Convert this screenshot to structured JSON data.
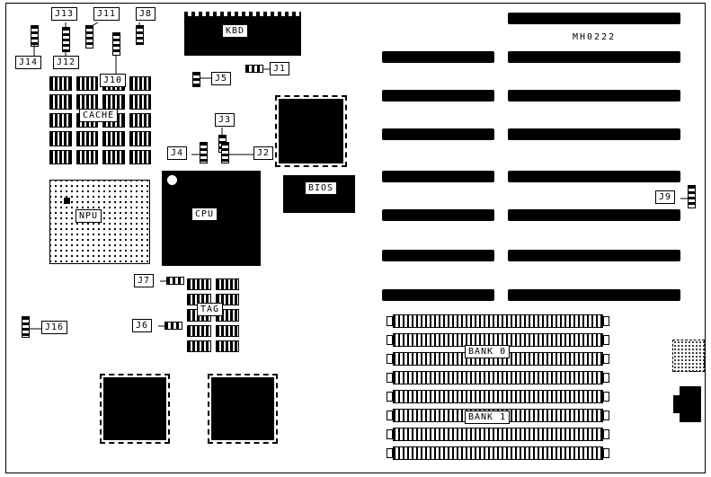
{
  "board": {
    "part_number": "MH0222",
    "chips": {
      "kbd": "KBD",
      "cache": "CACHE",
      "npu": "NPU",
      "cpu": "CPU",
      "bios": "BIOS",
      "tag": "TAG"
    },
    "memory": {
      "bank0_label": "BANK 0",
      "bank1_label": "BANK 1"
    },
    "jumpers": {
      "j1": "J1",
      "j2": "J2",
      "j3": "J3",
      "j4": "J4",
      "j5": "J5",
      "j6": "J6",
      "j7": "J7",
      "j8": "J8",
      "j9": "J9",
      "j10": "J10",
      "j11": "J11",
      "j12": "J12",
      "j13": "J13",
      "j14": "J14",
      "j16": "J16"
    }
  }
}
